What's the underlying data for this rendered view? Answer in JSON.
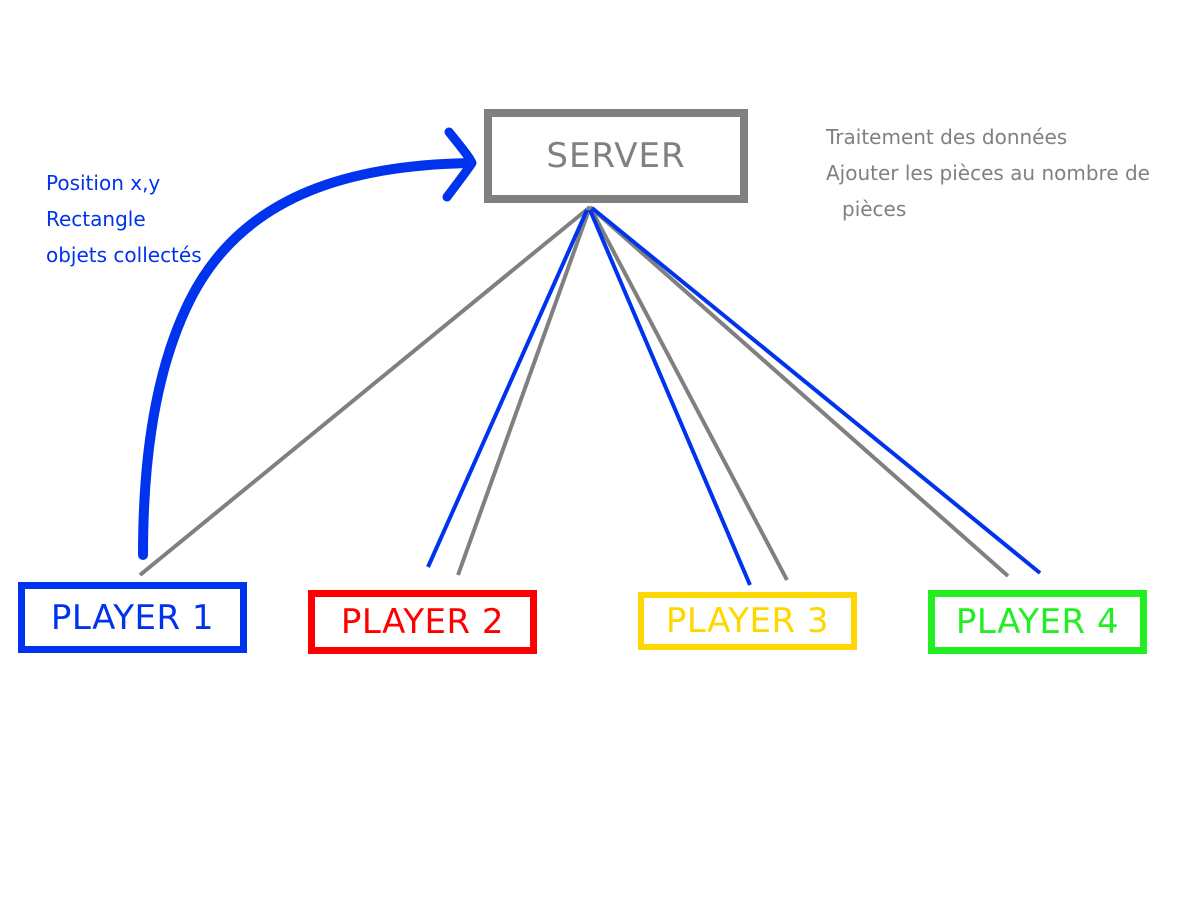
{
  "server": {
    "label": "SERVER",
    "color": "#808080"
  },
  "server_note": {
    "lines": [
      "Traitement des données",
      "Ajouter les pièces au nombre de",
      "pièces"
    ],
    "color": "#808080"
  },
  "client_note": {
    "lines": [
      "Position x,y",
      "Rectangle",
      "objets collectés"
    ],
    "color": "#0033ee"
  },
  "players": [
    {
      "label": "PLAYER 1",
      "color": "#0033ee"
    },
    {
      "label": "PLAYER 2",
      "color": "#ff0000"
    },
    {
      "label": "PLAYER 3",
      "color": "#ffd700"
    },
    {
      "label": "PLAYER 4",
      "color": "#22ee22"
    }
  ],
  "link_colors": {
    "server_to_client": "#808080",
    "client_to_server": "#0033ee"
  }
}
